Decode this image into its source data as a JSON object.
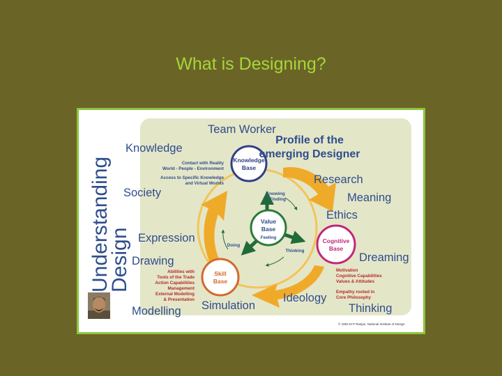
{
  "slide": {
    "title": "What is Designing?"
  },
  "figure": {
    "vertical_title": [
      "Understanding",
      "Design"
    ],
    "profile_title": [
      "Profile of the",
      "emerging Designer"
    ],
    "outer_words": {
      "team_worker": "Team Worker",
      "knowledge": "Knowledge",
      "society": "Society",
      "expression": "Expression",
      "drawing": "Drawing",
      "modelling": "Modelling",
      "simulation": "Simulation",
      "ideology": "Ideology",
      "thinking": "Thinking",
      "dreaming": "Dreaming",
      "ethics": "Ethics",
      "meaning": "Meaning",
      "research": "Research"
    },
    "nodes": {
      "knowledge_base": [
        "Knowledge",
        "Base"
      ],
      "value_base": [
        "Value",
        "Base"
      ],
      "cognitive_base": [
        "Cognitive",
        "Base"
      ],
      "skill_base": [
        "Skill",
        "Base"
      ]
    },
    "inner_labels": {
      "knowing": [
        "Knowing",
        "& Finding"
      ],
      "feeling": "Feeling",
      "doing": "Doing",
      "thinking_small": "Thinking"
    },
    "notes": {
      "knowledge_notes": [
        "Contact with Reality",
        "World - People - Environment",
        "Access to Specific Knowledge",
        "and Virtual Worlds"
      ],
      "skill_notes": [
        "Abilities with",
        "Tools of the Trade",
        "Action Capabilities",
        "Management",
        "External Modelling",
        "& Presentation"
      ],
      "cognitive_notes": [
        "Motivation",
        "Cognitive Capabilities",
        "Values & Attitudes",
        "Empathy rooted in",
        "Core Philosophy"
      ]
    },
    "copyright": "© 1993 M P Ranjan, National Institute of Design",
    "colors": {
      "background": "#6b6427",
      "title": "#a6d63a",
      "border": "#8cc63f",
      "panel": "#e4e6c8",
      "text_blue": "#2e4d8c",
      "arrow_orange": "#f0aa2a",
      "arrow_green": "#1f6b3a",
      "knowledge_ring": "#2e3f86",
      "cognitive_ring": "#c0287a",
      "skill_ring": "#d2692a",
      "value_ring": "#2a7a3c",
      "note_red": "#b52a2a"
    },
    "icons": {
      "photo": "portrait-photo"
    }
  }
}
